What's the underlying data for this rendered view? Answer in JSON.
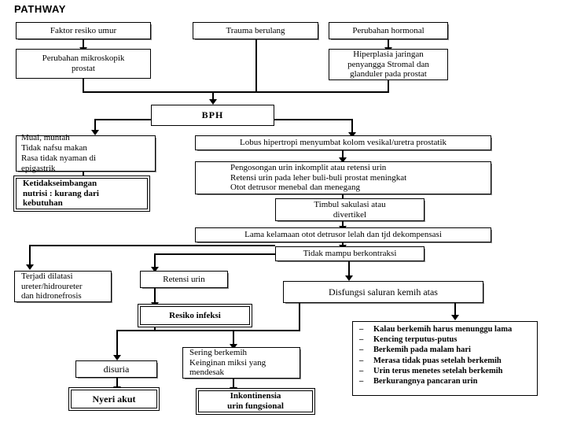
{
  "page": {
    "title": "PATHWAY"
  },
  "nodes": {
    "faktor_resiko": "Faktor resiko umur",
    "trauma": "Trauma berulang",
    "hormonal": "Perubahan hormonal",
    "mikroskopik": [
      "Perubahan mikroskopik",
      "prostat"
    ],
    "hiperplasia": [
      "Hiperplasia jaringan",
      "penyangga Stromal dan",
      "glanduler pada prostat"
    ],
    "bph": "BPH",
    "gastro": [
      "Mual, muntah",
      "Tidak nafsu makan",
      "Rasa tidak nyaman di",
      "epigastrik"
    ],
    "nutrisi": [
      "Ketidakseimbangan",
      "nutrisi : kurang dari",
      "kebutuhan"
    ],
    "lobus": "Lobus hipertropi menyumbat kolom vesikal/uretra prostatik",
    "pengosongan": [
      "Pengosongan urin inkomplit atau retensi urin",
      "Retensi urin pada leher buli-buli prostat meningkat",
      "Otot detrusor menebal dan menegang"
    ],
    "sakulasi": [
      "Timbul sakulasi atau",
      "divertikel"
    ],
    "dekompensasi": "Lama kelamaan otot detrusor  lelah dan tjd dekompensasi",
    "tidak_mampu": "Tidak mampu berkontraksi",
    "dilatasi": [
      "Terjadi  dilatasi",
      "ureter/hidroureter",
      "dan hidronefrosis"
    ],
    "retensi_urin": "Retensi urin",
    "resiko_infeksi": "Resiko infeksi",
    "disfungsi": "Disfungsi saluran kemih atas",
    "disuria": "disuria",
    "nyeri_akut": "Nyeri akut",
    "sering_berkemih": [
      "Sering berkemih",
      "Keinginan miksi yang",
      "mendesak"
    ],
    "inkontinensia": [
      "Inkontinensia",
      "urin fungsional"
    ],
    "gejala_list": [
      "Kalau berkemih harus menunggu lama",
      "Kencing terputus-putus",
      "Berkemih pada malam hari",
      "Merasa tidak puas setelah berkemih",
      "Urin terus menetes setelah berkemih",
      "Berkurangnya pancaran urin"
    ]
  },
  "colors": {
    "line": "#000000",
    "box_fill": "#ffffff",
    "text": "#000000",
    "shadow": "#8a8a8a"
  }
}
